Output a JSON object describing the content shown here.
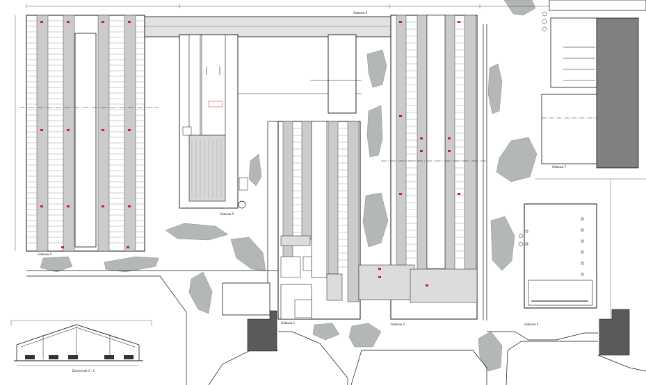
{
  "drawing": {
    "labels": {
      "top_building": "Gebouw 6",
      "left_building": "Gebouw 4",
      "mid_building": "Gebouw 5",
      "center_building": "Gebouw 1",
      "right_center_building": "Gebouw 2",
      "right_top_building": "Gebouw 7",
      "right_bottom_building": "Gebouw 3",
      "section_label": "Doorsnede C - C"
    },
    "colors": {
      "line": "#111111",
      "fill_gray": "#b4b7b8",
      "fill_light": "#dcdcdc",
      "accent_red": "#cc2222"
    }
  }
}
